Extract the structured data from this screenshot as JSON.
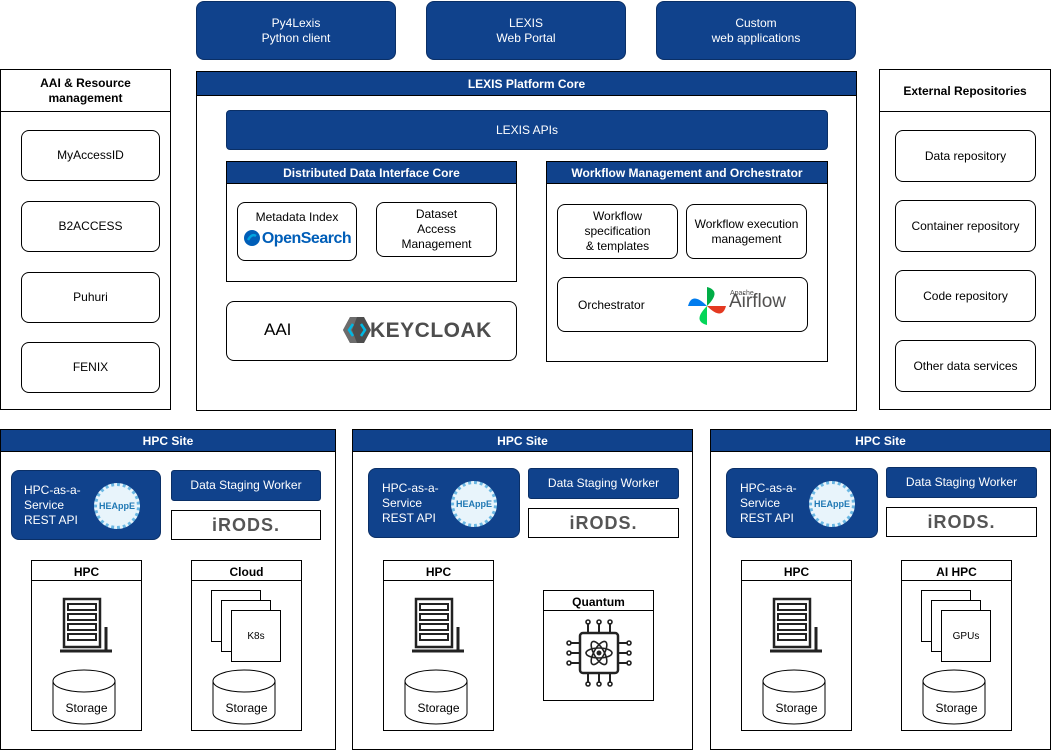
{
  "top_clients": [
    {
      "line1": "Py4Lexis",
      "line2": "Python client"
    },
    {
      "line1": "LEXIS",
      "line2": "Web Portal"
    },
    {
      "line1": "Custom",
      "line2": "web applications"
    }
  ],
  "aai_panel": {
    "title_line1": "AAI & Resource",
    "title_line2": "management",
    "items": [
      "MyAccessID",
      "B2ACCESS",
      "Puhuri",
      "FENIX"
    ]
  },
  "core": {
    "title": "LEXIS Platform Core",
    "apis": "LEXIS APIs",
    "ddi": {
      "title": "Distributed Data Interface Core",
      "metadata_index": "Metadata Index",
      "opensearch_logo": "OpenSearch",
      "dataset_line1": "Dataset",
      "dataset_line2": "Access",
      "dataset_line3": "Management"
    },
    "aai": {
      "label": "AAI",
      "keycloak_logo": "KEYCLOAK"
    },
    "wms": {
      "title": "Workflow Management and Orchestrator",
      "spec_line1": "Workflow",
      "spec_line2": "specification",
      "spec_line3": "& templates",
      "exec_line1": "Workflow execution",
      "exec_line2": "management",
      "orchestrator": "Orchestrator",
      "airflow_small": "Apache",
      "airflow_logo": "Airflow"
    }
  },
  "external": {
    "title": "External Repositories",
    "items": [
      "Data repository",
      "Container repository",
      "Code repository",
      "Other data services"
    ]
  },
  "hpc_sites": [
    {
      "title": "HPC Site",
      "haas_line1": "HPC-as-a-",
      "haas_line2": "Service",
      "haas_line3": "REST API",
      "heappe": "HEAppE",
      "staging": "Data Staging Worker",
      "irods": "iRODS.",
      "box1": {
        "title": "HPC",
        "storage": "Storage"
      },
      "box2": {
        "title": "Cloud",
        "inner": "K8s",
        "storage": "Storage"
      }
    },
    {
      "title": "HPC Site",
      "haas_line1": "HPC-as-a-",
      "haas_line2": "Service",
      "haas_line3": "REST API",
      "heappe": "HEAppE",
      "staging": "Data Staging Worker",
      "irods": "iRODS.",
      "box1": {
        "title": "HPC",
        "storage": "Storage"
      },
      "box2": {
        "title": "Quantum"
      }
    },
    {
      "title": "HPC Site",
      "haas_line1": "HPC-as-a-",
      "haas_line2": "Service",
      "haas_line3": "REST API",
      "heappe": "HEAppE",
      "staging": "Data Staging Worker",
      "irods": "iRODS.",
      "box1": {
        "title": "HPC",
        "storage": "Storage"
      },
      "box2": {
        "title": "AI HPC",
        "inner": "GPUs",
        "storage": "Storage"
      }
    }
  ],
  "colors": {
    "primary_blue": "#10428c",
    "opensearch_blue": "#005eb8",
    "airflow_text": "#51504f"
  }
}
